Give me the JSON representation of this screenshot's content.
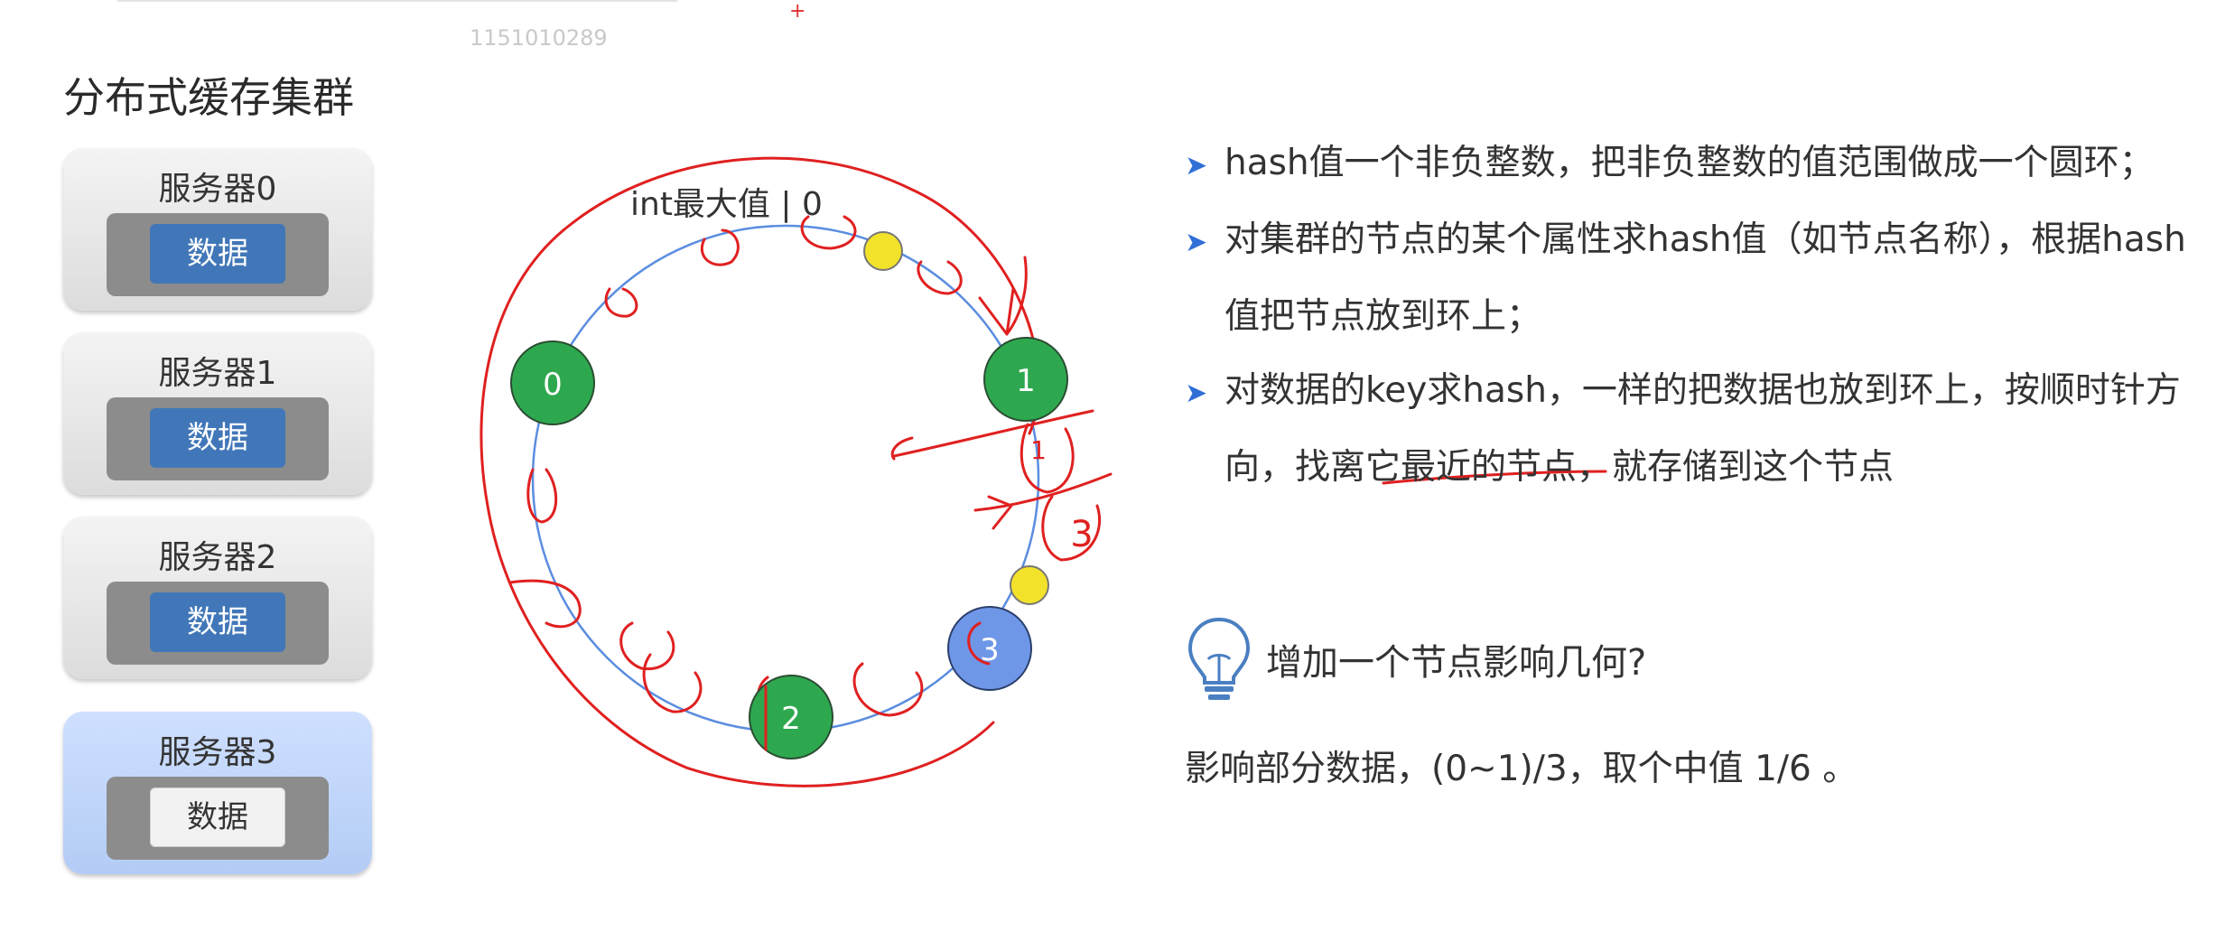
{
  "watermark": "1151010289",
  "title": "分布式缓存集群",
  "servers": [
    {
      "name": "服务器0",
      "data_label": "数据"
    },
    {
      "name": "服务器1",
      "data_label": "数据"
    },
    {
      "name": "服务器2",
      "data_label": "数据"
    },
    {
      "name": "服务器3",
      "data_label": "数据"
    }
  ],
  "ring": {
    "top_label": "int最大值 | 0",
    "nodes": [
      "0",
      "1",
      "2",
      "3"
    ],
    "annotations": [
      "1",
      "3"
    ]
  },
  "bullets": [
    "hash值一个非负整数，把非负整数的值范围做成一个圆环；",
    "对集群的节点的某个属性求hash值（如节点名称），根据hash值把节点放到环上；",
    "对数据的key求hash，一样的把数据也放到环上，按顺时针方向，找离它最近的节点，就存储到这个节点"
  ],
  "question": "增加一个节点影响几何?",
  "answer": "影响部分数据，(0~1)/3，取个中值 1/6 。",
  "colors": {
    "node_green": "#2ea84f",
    "node_blue": "#6f97e8",
    "key_yellow": "#f3e22a",
    "ring_blue": "#5b8de0",
    "annotation_red": "#e02020",
    "bullet_arrow": "#2f6fd6",
    "data_blue": "#4177b8"
  }
}
